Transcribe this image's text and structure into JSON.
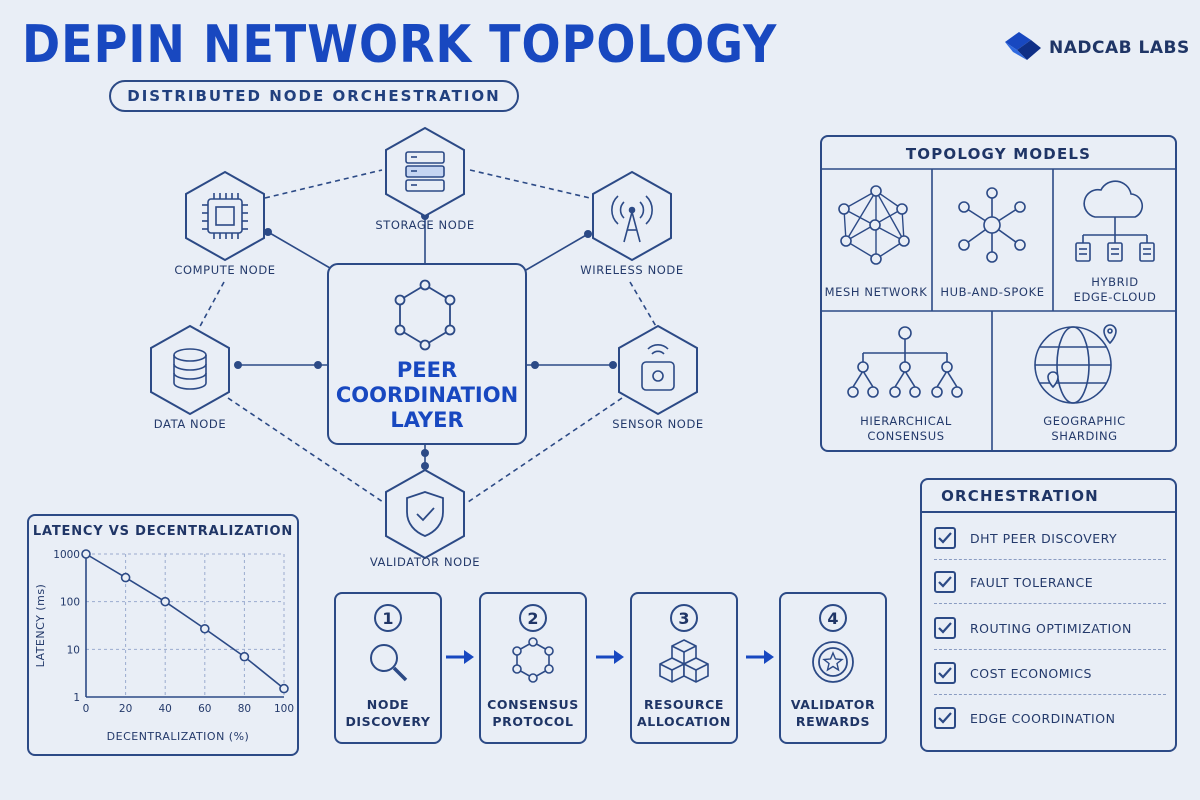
{
  "header": {
    "title": "DEPIN NETWORK TOPOLOGY",
    "subtitle": "DISTRIBUTED NODE ORCHESTRATION",
    "brand": "NADCAB LABS"
  },
  "topology": {
    "center_line1": "PEER",
    "center_line2": "COORDINATION",
    "center_line3": "LAYER",
    "nodes": {
      "storage": "STORAGE NODE",
      "compute": "COMPUTE NODE",
      "wireless": "WIRELESS NODE",
      "data": "DATA NODE",
      "sensor": "SENSOR NODE",
      "validator": "VALIDATOR NODE"
    }
  },
  "models": {
    "title": "TOPOLOGY MODELS",
    "mesh": "MESH NETWORK",
    "hub": "HUB-AND-SPOKE",
    "hybrid_line1": "HYBRID",
    "hybrid_line2": "EDGE-CLOUD",
    "hier_line1": "HIERARCHICAL",
    "hier_line2": "CONSENSUS",
    "geo_line1": "GEOGRAPHIC",
    "geo_line2": "SHARDING"
  },
  "chart_data": {
    "type": "line",
    "title": "LATENCY VS DECENTRALIZATION",
    "xlabel": "DECENTRALIZATION (%)",
    "ylabel": "LATENCY (ms)",
    "x": [
      0,
      20,
      40,
      60,
      80,
      100
    ],
    "y": [
      1000,
      320,
      100,
      27,
      7,
      1.5
    ],
    "xticks": [
      "0",
      "20",
      "40",
      "60",
      "80",
      "100"
    ],
    "yticks": [
      "1",
      "10",
      "100",
      "1000"
    ],
    "yscale": "log",
    "xlim": [
      0,
      100
    ],
    "ylim": [
      1,
      1000
    ],
    "grid": true
  },
  "steps": [
    {
      "num": "1",
      "line1": "NODE",
      "line2": "DISCOVERY"
    },
    {
      "num": "2",
      "line1": "CONSENSUS",
      "line2": "PROTOCOL"
    },
    {
      "num": "3",
      "line1": "RESOURCE",
      "line2": "ALLOCATION"
    },
    {
      "num": "4",
      "line1": "VALIDATOR",
      "line2": "REWARDS"
    }
  ],
  "orchestration": {
    "title": "ORCHESTRATION",
    "items": [
      "DHT PEER DISCOVERY",
      "FAULT TOLERANCE",
      "ROUTING OPTIMIZATION",
      "COST ECONOMICS",
      "EDGE COORDINATION"
    ]
  },
  "colors": {
    "accent": "#1848c0",
    "line": "#2c4a86",
    "background": "#e9eef6"
  }
}
